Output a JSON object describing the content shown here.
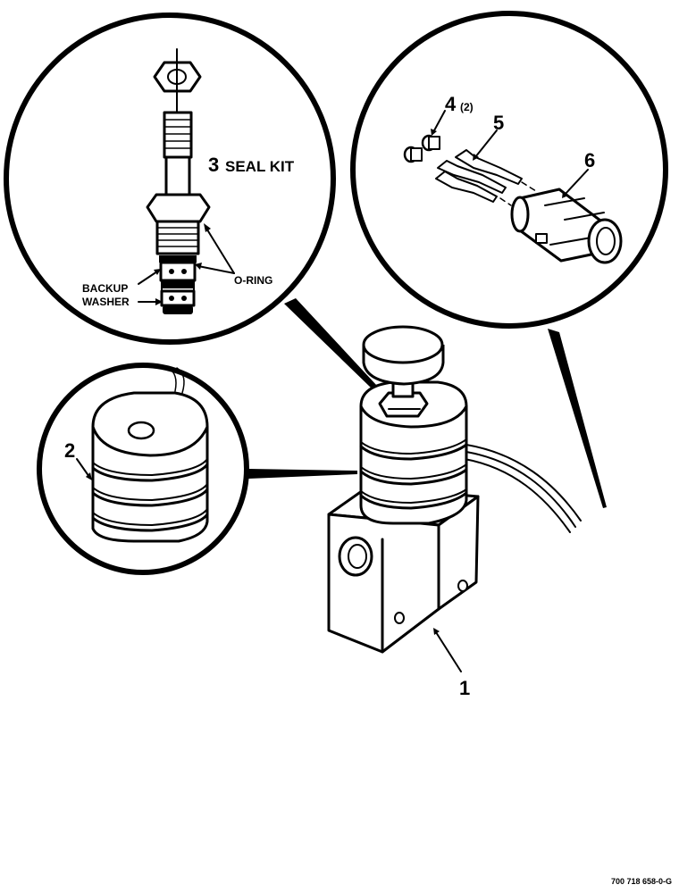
{
  "callouts": {
    "item1": "1",
    "item2": "2",
    "item3": "3",
    "seal_kit": "SEAL KIT",
    "item4": "4",
    "item4_qty": "(2)",
    "item5": "5",
    "item6": "6",
    "o_ring": "O-RING",
    "backup": "BACKUP",
    "washer": "WASHER"
  },
  "footer": {
    "drawing_number": "700 718 658-0-G"
  },
  "colors": {
    "ink": "#000000",
    "paper": "#ffffff"
  },
  "icons": [
    "solenoid-valve-icon",
    "coil-icon",
    "cartridge-icon",
    "connector-icon",
    "terminal-icon",
    "seal-icon"
  ]
}
